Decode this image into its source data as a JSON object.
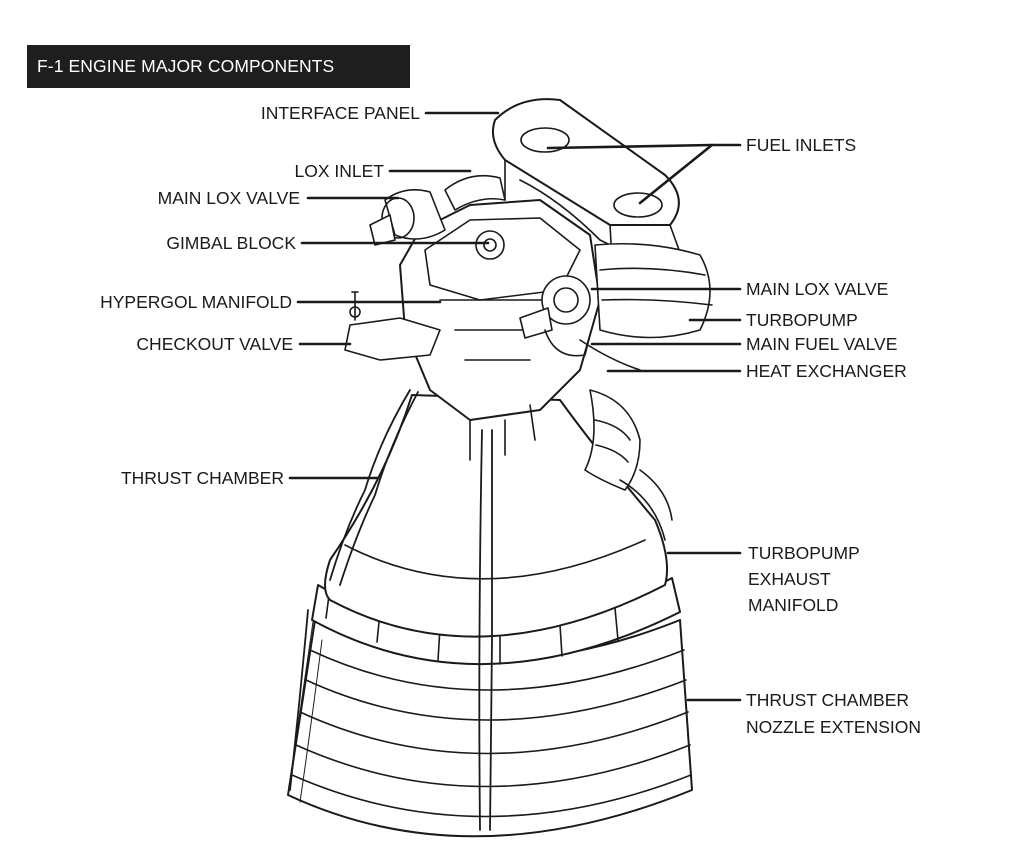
{
  "title": "F-1 ENGINE MAJOR COMPONENTS",
  "labels": {
    "interface_panel": "INTERFACE PANEL",
    "lox_inlet": "LOX INLET",
    "main_lox_valve_left": "MAIN LOX VALVE",
    "gimbal_block": "GIMBAL BLOCK",
    "hypergol_manifold": "HYPERGOL MANIFOLD",
    "checkout_valve": "CHECKOUT VALVE",
    "thrust_chamber": "THRUST CHAMBER",
    "fuel_inlets": "FUEL INLETS",
    "main_lox_valve_right": "MAIN LOX VALVE",
    "turbopump": "TURBOPUMP",
    "main_fuel_valve": "MAIN FUEL VALVE",
    "heat_exchanger": "HEAT EXCHANGER",
    "turbopump_exhaust_manifold": [
      "TURBOPUMP",
      "EXHAUST",
      "MANIFOLD"
    ],
    "nozzle_extension": [
      "THRUST CHAMBER",
      "NOZZLE EXTENSION"
    ]
  },
  "colors": {
    "title_bg": "#1e1e1e",
    "title_text": "#ffffff",
    "ink": "#1a1a1a",
    "paper": "#ffffff"
  }
}
